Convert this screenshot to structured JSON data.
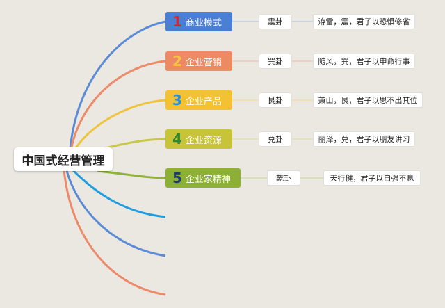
{
  "root": {
    "label": "中国式经营管理"
  },
  "branches": [
    {
      "num": "1",
      "label": "商业模式",
      "gua": "震卦",
      "quote": "洊雷，震，君子以恐惧修省",
      "bg": "#4a7fd4",
      "num_color": "#d9262b",
      "line": "#5b8bd6",
      "qline": "#9fbbe8"
    },
    {
      "num": "2",
      "label": "企业营销",
      "gua": "巽卦",
      "quote": "随风，巽，君子以申命行事",
      "bg": "#ee8a63",
      "num_color": "#f5c242",
      "line": "#ec8a6a",
      "qline": "#f2b9a3"
    },
    {
      "num": "3",
      "label": "企业产品",
      "gua": "艮卦",
      "quote": "兼山，艮，君子以思不出其位",
      "bg": "#f2c233",
      "num_color": "#2a8ed1",
      "line": "#eec43c",
      "qline": "#f3d98a"
    },
    {
      "num": "4",
      "label": "企业资源",
      "gua": "兑卦",
      "quote": "丽泽，兑，君子以朋友讲习",
      "bg": "#c8c43a",
      "num_color": "#2f8a2f",
      "line": "#c9c64a",
      "qline": "#dedc94"
    },
    {
      "num": "5",
      "label": "企业家精神",
      "gua": "乾卦",
      "quote": "天行健，君子以自强不息",
      "bg": "#8cb033",
      "num_color": "#1d3c73",
      "line": "#8fb23a",
      "qline": "#c4d993"
    }
  ],
  "colors": {
    "empty1": "#1c9ee0",
    "empty2": "#5b8bd6",
    "empty3": "#ec8a6a"
  }
}
